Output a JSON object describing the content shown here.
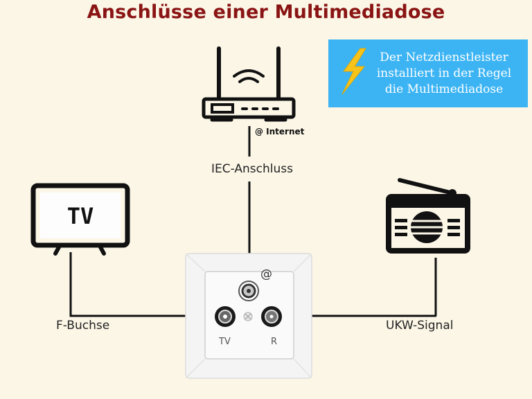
{
  "title": "Anschlüsse einer Multimediadose",
  "info": {
    "line1": "Der Netzdienstleister",
    "line2": "installiert in der Regel",
    "line3": "die Multimediadose"
  },
  "labels": {
    "internet": "@ Internet",
    "iec": "IEC-Anschluss",
    "f_buchse": "F-Buchse",
    "ukw": "UKW-Signal",
    "tv_screen": "TV",
    "port_tv": "TV",
    "port_r": "R",
    "port_at": "@"
  },
  "colors": {
    "title": "#8a1414",
    "background": "#fbf6e6",
    "info_box": "#3cb4f4",
    "bolt": "#f8c31a"
  }
}
